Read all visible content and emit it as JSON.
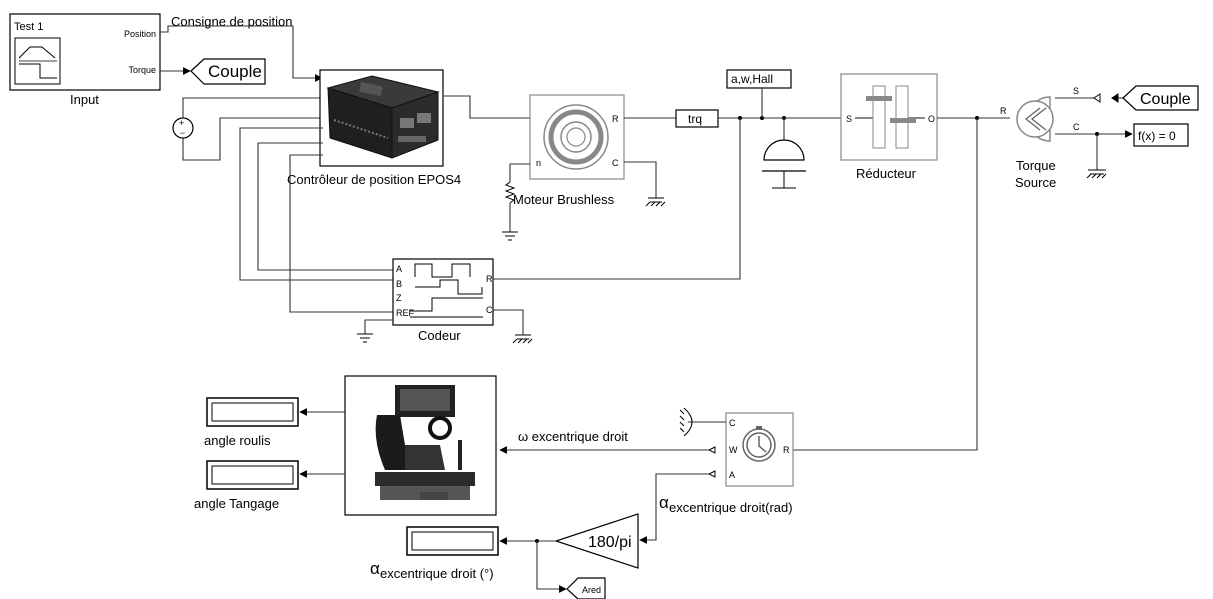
{
  "diagram": {
    "blocks": {
      "input": {
        "title": "Test 1",
        "port_position": "Position",
        "port_torque": "Torque",
        "label": "Input"
      },
      "couple_goto": {
        "text": "Couple"
      },
      "consigne": {
        "text": "Consigne de position"
      },
      "controller": {
        "label": "Contrôleur de position EPOS4"
      },
      "motor": {
        "label": "Moteur Brushless",
        "port_r": "R",
        "port_c": "C",
        "port_n": "n"
      },
      "trq": {
        "text": "trq"
      },
      "awhall": {
        "text": "a,w,Hall"
      },
      "reducer": {
        "label": "Réducteur",
        "port_s": "S",
        "port_o": "O"
      },
      "torque_source": {
        "label_line1": "Torque",
        "label_line2": "Source",
        "port_r": "R",
        "port_s": "S",
        "port_c": "C"
      },
      "couple_from": {
        "text": "Couple"
      },
      "fx": {
        "text": "f(x) = 0"
      },
      "encoder": {
        "label": "Codeur",
        "port_a": "A",
        "port_b": "B",
        "port_z": "Z",
        "port_ref": "REF",
        "port_r": "R",
        "port_c": "C"
      },
      "sensor": {
        "port_c": "C",
        "port_w": "W",
        "port_a": "A",
        "port_r": "R"
      },
      "gain": {
        "text": "180/pi"
      },
      "ared": {
        "text": "Ared"
      }
    },
    "signals": {
      "omega": "ω  excentrique droit",
      "alpha_rad_sym": "α",
      "alpha_rad_txt": "excentrique droit(rad)",
      "alpha_deg_sym": "α",
      "alpha_deg_txt": "excentrique droit (°)"
    },
    "displays": {
      "roll": "angle roulis",
      "pitch": "angle Tangage"
    },
    "colors": {
      "line": "#000000",
      "wire": "#333333",
      "block_border": "#000000",
      "background": "#ffffff"
    }
  }
}
